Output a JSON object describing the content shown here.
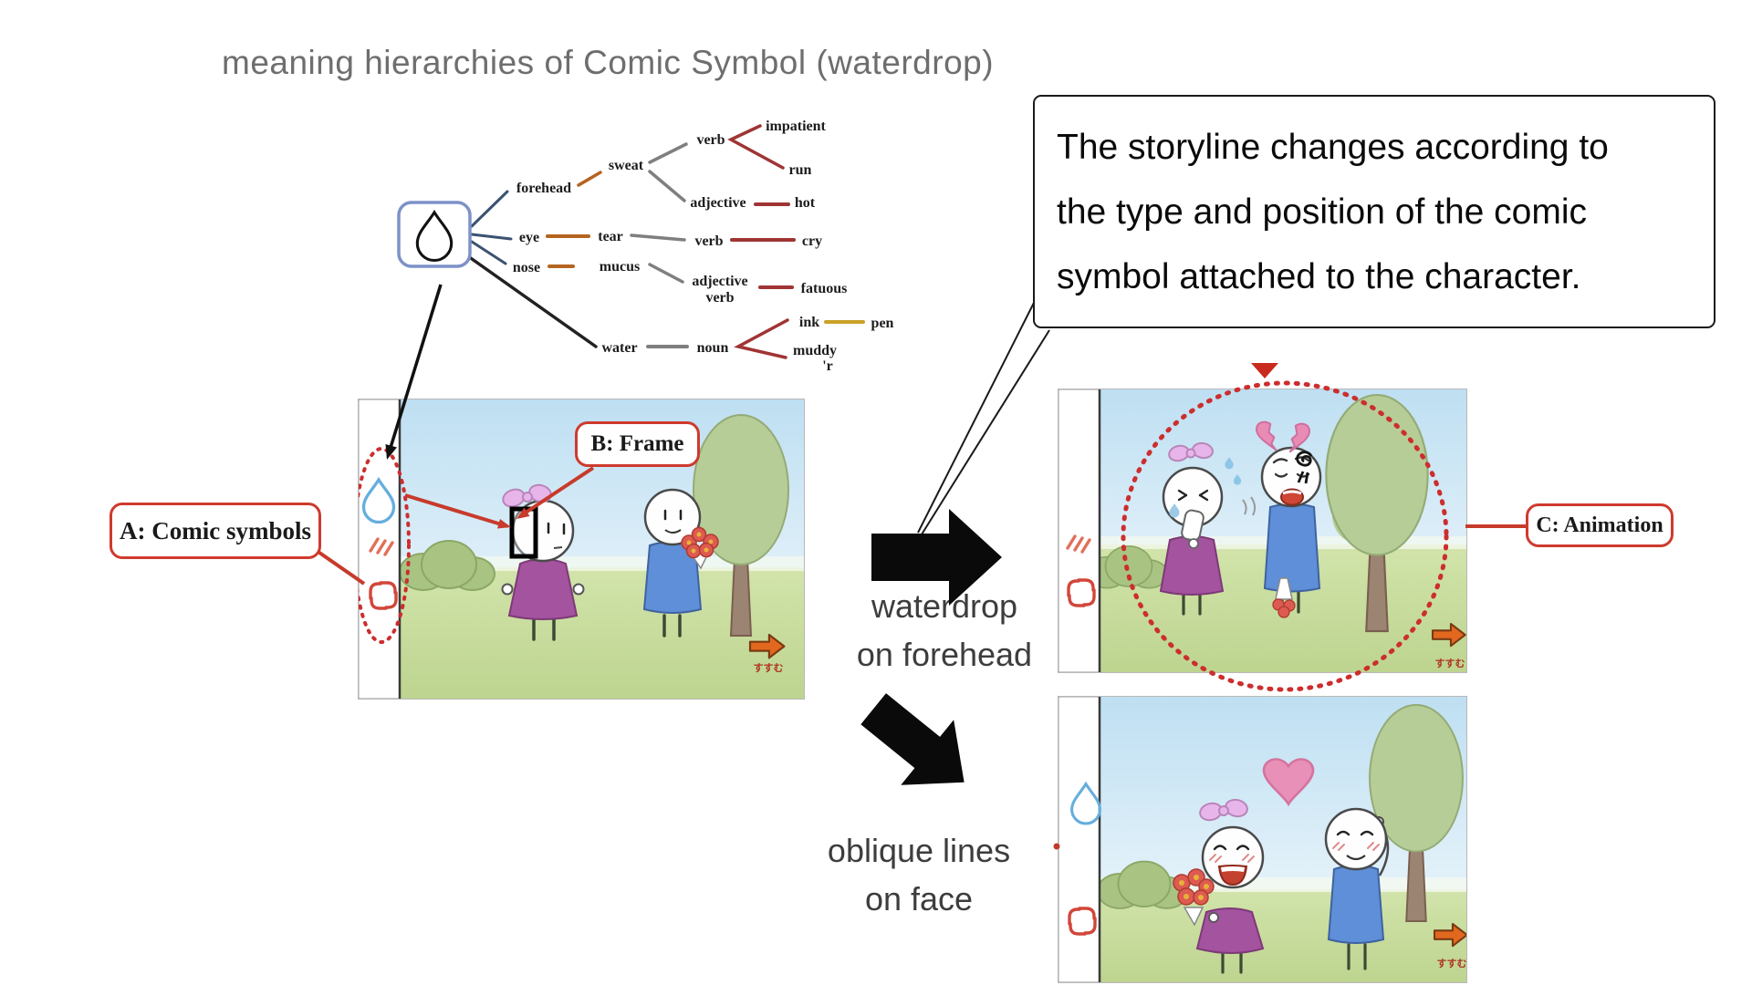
{
  "title": "meaning hierarchies of Comic Symbol (waterdrop)",
  "bubble": {
    "line1": "The storyline changes according to",
    "line2": "the type and position of the comic",
    "line3": "symbol attached to the character."
  },
  "tree": {
    "forehead": "forehead",
    "sweat": "sweat",
    "verb1": "verb",
    "impatient": "impatient",
    "run": "run",
    "adjective1": "adjective",
    "hot": "hot",
    "eye": "eye",
    "tear": "tear",
    "verb2": "verb",
    "cry": "cry",
    "nose": "nose",
    "mucus": "mucus",
    "adjective2": "adjective",
    "verb3": "verb",
    "fatuous": "fatuous",
    "water": "water",
    "noun": "noun",
    "ink": "ink",
    "pen": "pen",
    "muddy": "muddy",
    "muddy_cut": "'r"
  },
  "labels": {
    "comic_symbols": "A: Comic symbols",
    "frame": "B: Frame",
    "animation": "C: Animation"
  },
  "captions": {
    "arrow_right_line1": "waterdrop",
    "arrow_right_line2": "on forehead",
    "arrow_diag_line1": "oblique lines",
    "arrow_diag_line2": "on face"
  },
  "nav_button": {
    "label": "すすむ"
  },
  "icons": {
    "waterdrop-icon": "teardrop outline",
    "oblique-lines-icon": "three slanted strokes ///",
    "anger-mark-icon": "manga anger vein mark",
    "heart-icon": "pink heart",
    "broken-heart-icon": "cracked pink heart",
    "next-arrow-icon": "orange right arrow"
  },
  "colors": {
    "accent_red": "#cf3a2e",
    "dotted_red": "#cc2e2e",
    "tree_line_red": "#a03434",
    "tree_line_orange": "#b5641f",
    "tree_line_gray": "#7f7f7f",
    "tree_line_yellow": "#c9a227",
    "root_box_blue": "#7d92c8",
    "waterdrop_blue": "#64aede",
    "title_gray": "#6e6e6e",
    "orange_button": "#e2681f"
  }
}
